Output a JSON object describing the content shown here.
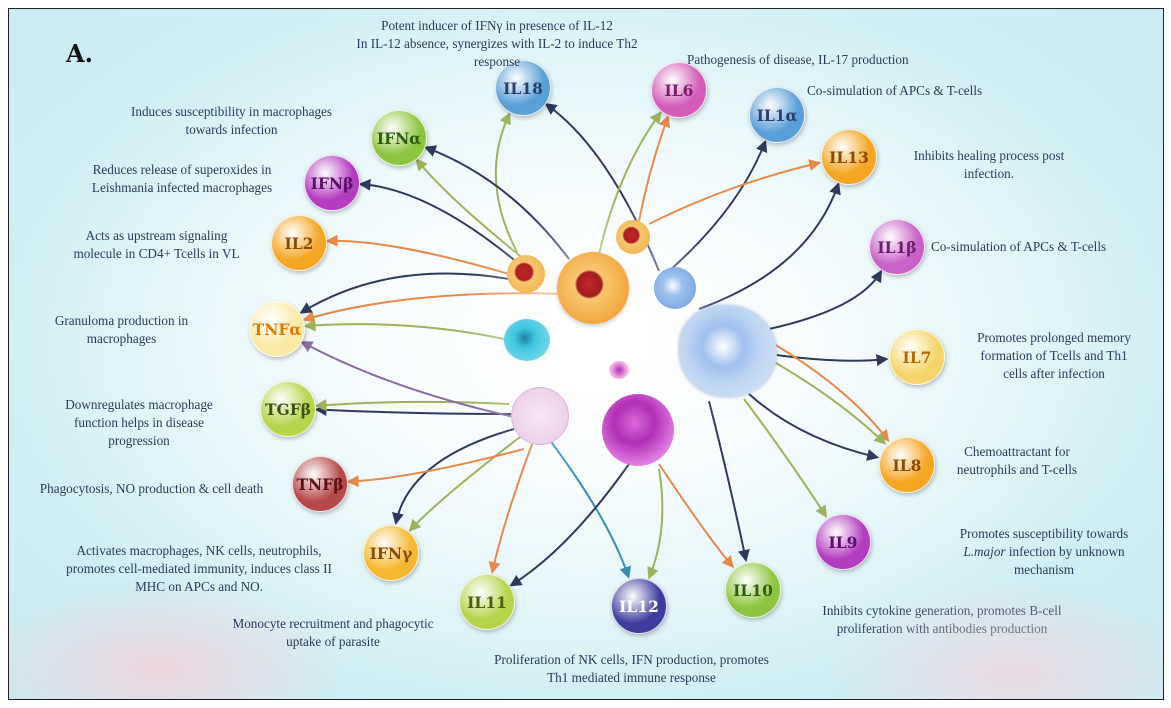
{
  "panel_label": "A.",
  "cytokines": [
    {
      "id": "IL18",
      "label": "IL18",
      "color": "#5aa0d8",
      "text_color": "#2c3e6b",
      "desc_lines": [
        "Potent inducer of IFNγ in presence of IL-12",
        "In IL-12 absence, synergizes with IL-2 to induce Th2",
        "response"
      ]
    },
    {
      "id": "IL6",
      "label": "IL6",
      "color": "#d45cb8",
      "text_color": "#7a1c6e",
      "desc_lines": [
        "Pathogenesis of disease,  IL-17 production"
      ]
    },
    {
      "id": "IL1a",
      "label": "IL1α",
      "color": "#5aa0d8",
      "text_color": "#2c3e6b",
      "desc_lines": [
        "Co-simulation of APCs & T-cells"
      ]
    },
    {
      "id": "IL13",
      "label": "IL13",
      "color": "#f5a623",
      "text_color": "#8a4a00",
      "desc_lines": [
        "Inhibits healing process post",
        "infection."
      ]
    },
    {
      "id": "IL1b",
      "label": "IL1β",
      "color": "#c862c8",
      "text_color": "#6c1e6c",
      "desc_lines": [
        "Co-simulation  of APCs & T-cells"
      ]
    },
    {
      "id": "IL7",
      "label": "IL7",
      "color": "#f5d56a",
      "text_color": "#b36a00",
      "desc_lines": [
        "Promotes prolonged memory",
        "formation of  Tcells and Th1",
        "cells after infection"
      ]
    },
    {
      "id": "IL8",
      "label": "IL8",
      "color": "#f5a623",
      "text_color": "#8a4a00",
      "desc_lines": [
        "Chemoattractant for",
        "neutrophils and T-cells"
      ]
    },
    {
      "id": "IL9",
      "label": "IL9",
      "color": "#b43cc0",
      "text_color": "#5a0f66",
      "desc_lines": [
        "Promotes susceptibility towards",
        "L.major  infection by unknown",
        "mechanism"
      ]
    },
    {
      "id": "IL10",
      "label": "IL10",
      "color": "#8cc63f",
      "text_color": "#2e5e0e",
      "desc_lines": [
        "Inhibits cytokine generation, promotes B-cell",
        "proliferation with antibodies production"
      ]
    },
    {
      "id": "IL12",
      "label": "IL12",
      "color": "#3d3d9e",
      "text_color": "#ffffff",
      "desc_lines": [
        "Proliferation of NK cells, IFN production, promotes",
        "Th1 mediated immune response"
      ]
    },
    {
      "id": "IL11",
      "label": "IL11",
      "color": "#b5d44a",
      "text_color": "#4a5e0e",
      "desc_lines": [
        "Monocyte recruitment and phagocytic",
        "uptake of parasite"
      ]
    },
    {
      "id": "IFNg",
      "label": "IFNγ",
      "color": "#f5b82e",
      "text_color": "#8a4a00",
      "desc_lines": [
        "Activates macrophages, NK cells, neutrophils,",
        "promotes cell-mediated  immunity,  induces class II",
        "MHC on APCs and NO."
      ]
    },
    {
      "id": "TNFb",
      "label": "TNFβ",
      "color": "#b54848",
      "text_color": "#5e0e0e",
      "desc_lines": [
        "Phagocytosis, NO production & cell death"
      ]
    },
    {
      "id": "TGFb",
      "label": "TGFβ",
      "color": "#b5d44a",
      "text_color": "#3e5210",
      "desc_lines": [
        "Downregulates macrophage",
        "function helps in disease",
        "progression"
      ]
    },
    {
      "id": "TNFa",
      "label": "TNFα",
      "color": "#fbe9a6",
      "text_color": "#e07b00",
      "desc_lines": [
        "Granuloma production in",
        "macrophages"
      ]
    },
    {
      "id": "IL2",
      "label": "IL2",
      "color": "#f5a623",
      "text_color": "#8a4a00",
      "desc_lines": [
        "Acts as upstream signaling",
        "molecule in CD4+ Tcells in VL"
      ]
    },
    {
      "id": "IFNb",
      "label": "IFNβ",
      "color": "#b43cc0",
      "text_color": "#5a0f66",
      "desc_lines": [
        "Reduces release of superoxides in",
        "Leishmania infected macrophages"
      ]
    },
    {
      "id": "IFNa",
      "label": "IFNα",
      "color": "#8cc63f",
      "text_color": "#2e5e0e",
      "desc_lines": [
        "Induces susceptibility  in macrophages",
        "towards infection"
      ]
    }
  ],
  "colors": {
    "arrow_navy": "#2e3a5c",
    "arrow_olive": "#9bb35a",
    "arrow_orange": "#e8894a",
    "arrow_purple": "#8a6aa6",
    "arrow_teal": "#3a8fb0",
    "text": "#2a3a5a"
  },
  "icons": [
    "dendritic-cell",
    "macrophage",
    "mast-cell",
    "neutrophil",
    "b-cell",
    "t-cell",
    "nk-cell"
  ]
}
